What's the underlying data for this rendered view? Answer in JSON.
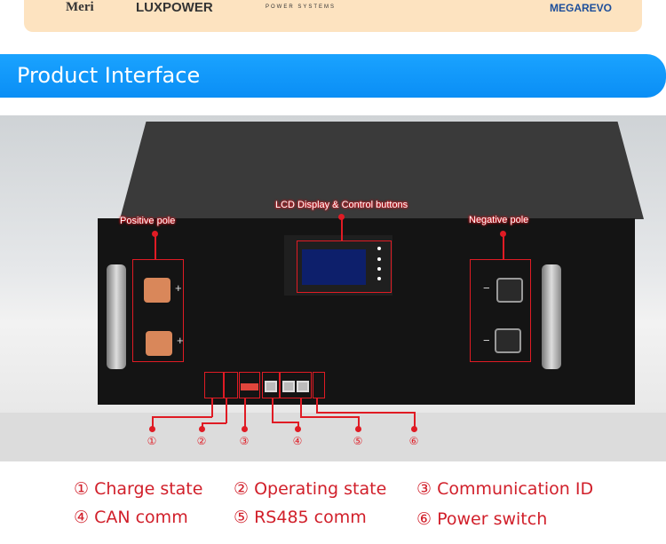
{
  "brands": [
    "Meri",
    "LUXPOWER",
    "POWER SYSTEMS",
    "MEGAREVO"
  ],
  "section_title": "Product Interface",
  "callouts": {
    "positive": "Positive pole",
    "lcd": "LCD Display & Control buttons",
    "negative": "Negative pole"
  },
  "polarity": {
    "plus": "+",
    "minus": "−"
  },
  "markers": [
    "①",
    "②",
    "③",
    "④",
    "⑤",
    "⑥"
  ],
  "legend": [
    {
      "num": "①",
      "label": "Charge state"
    },
    {
      "num": "②",
      "label": "Operating state"
    },
    {
      "num": "③",
      "label": "Communication ID"
    },
    {
      "num": "④",
      "label": "CAN comm"
    },
    {
      "num": "⑤",
      "label": "RS485 comm"
    },
    {
      "num": "⑥",
      "label": "Power switch"
    }
  ],
  "colors": {
    "accent": "#0a8ef5",
    "callout": "#e01b24",
    "caption": "#d11f2a",
    "banner": "#fde3c0"
  }
}
